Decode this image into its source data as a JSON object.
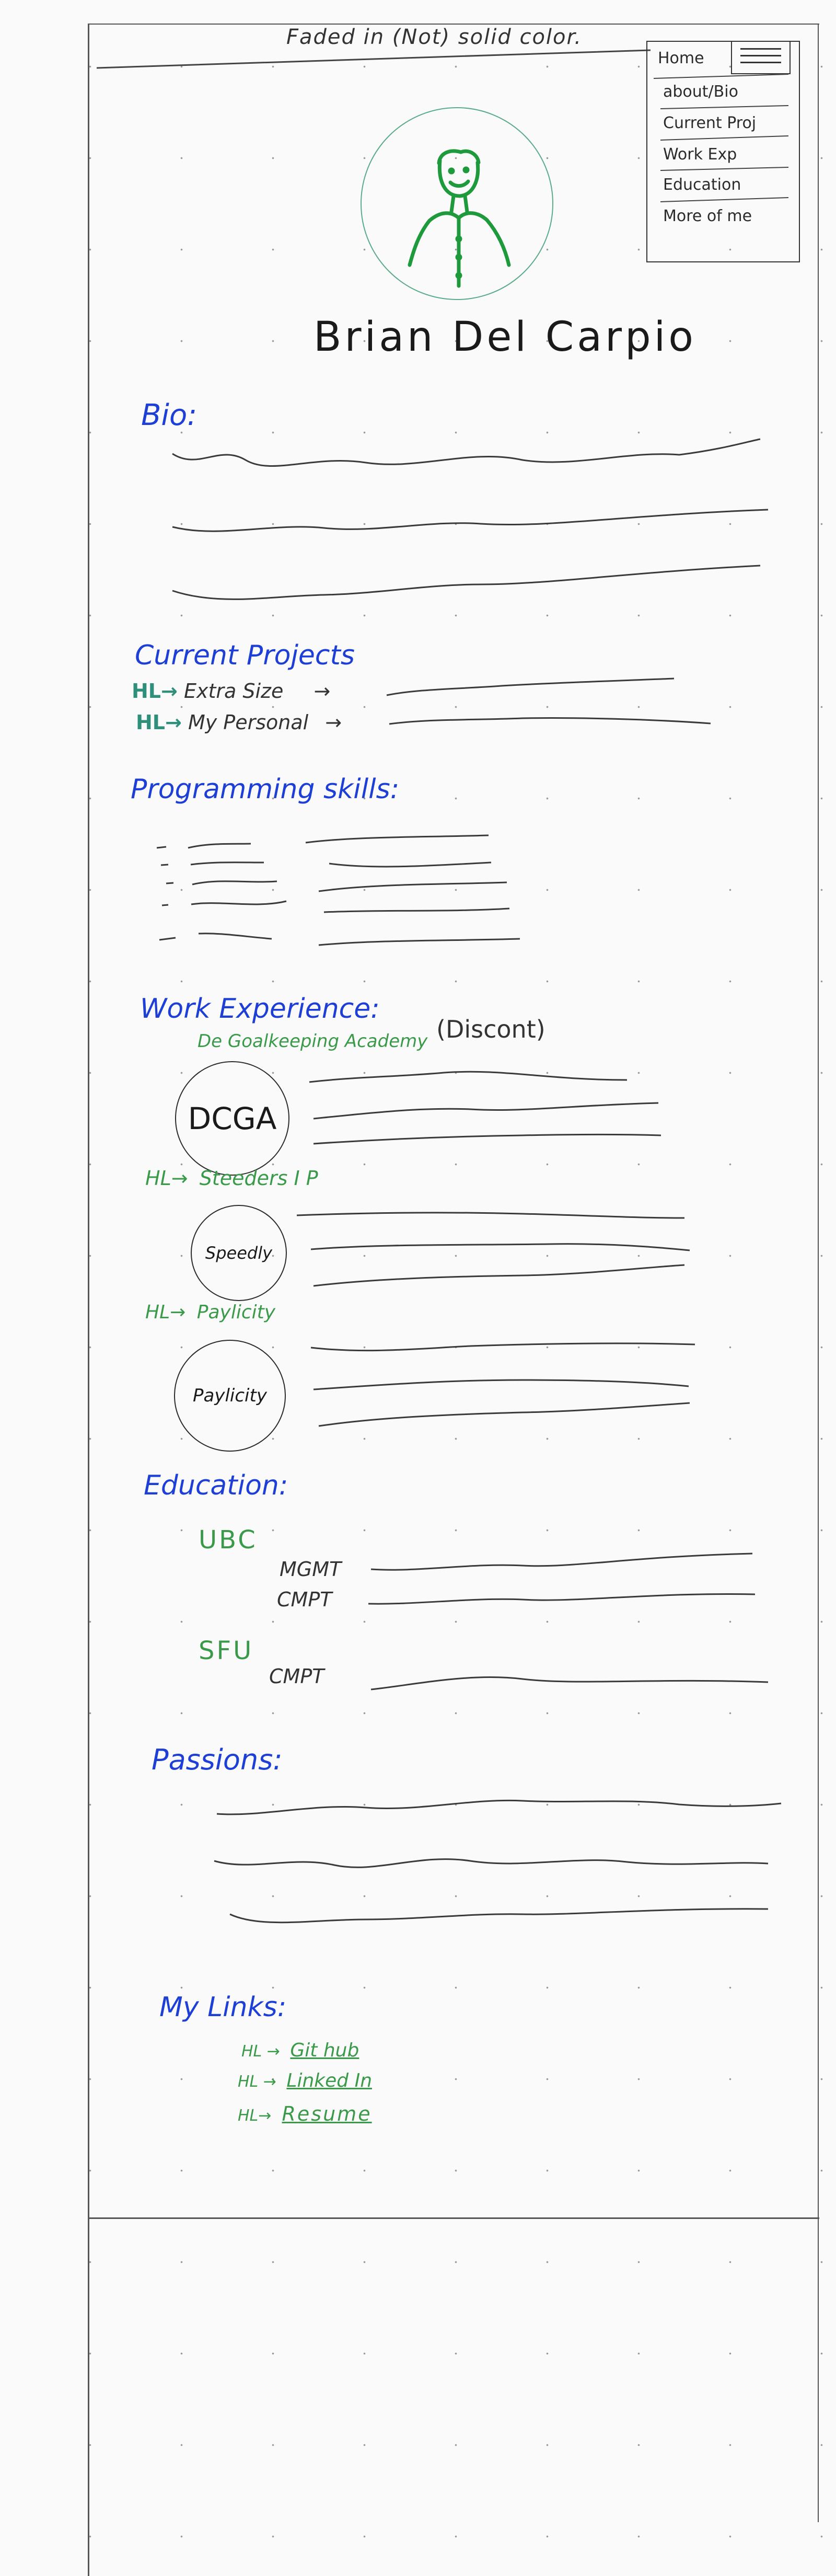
{
  "header": {
    "note": "Faded in (Not) solid color."
  },
  "nav": {
    "items": [
      "Home",
      "about/Bio",
      "Current Proj",
      "Work Exp",
      "Education",
      "More of me"
    ]
  },
  "profile": {
    "name": "Brian Del Carpio"
  },
  "bio": {
    "heading": "Bio:"
  },
  "projects": {
    "heading": "Current Projects",
    "items": [
      {
        "prefix": "HL→",
        "label": "Extra Size",
        "arrow": "→"
      },
      {
        "prefix": "HL→",
        "label": "My Personal",
        "arrow": "→"
      }
    ]
  },
  "skills": {
    "heading": "Programming skills:"
  },
  "work": {
    "heading": "Work Experience:",
    "jobs": [
      {
        "title": "De Goalkeeping Academy",
        "note": "(Discont)",
        "logo": "DCGA",
        "prefix": ""
      },
      {
        "title": "Steeders I P",
        "logo": "Speedly",
        "prefix": "HL→"
      },
      {
        "title": "Paylicity",
        "logo": "Paylicity",
        "prefix": "HL→"
      }
    ]
  },
  "education": {
    "heading": "Education:",
    "schools": [
      {
        "name": "UBC",
        "programs": [
          "MGMT",
          "CMPT"
        ]
      },
      {
        "name": "SFU",
        "programs": [
          "CMPT"
        ]
      }
    ]
  },
  "passions": {
    "heading": "Passions:"
  },
  "links": {
    "heading": "My Links:",
    "items": [
      {
        "prefix": "HL →",
        "label": "Git hub"
      },
      {
        "prefix": "HL →",
        "label": "Linked In"
      },
      {
        "prefix": "HL→",
        "label": "Resume"
      }
    ]
  },
  "colors": {
    "headings": "#1d3fd6",
    "accent_green": "#3a9a4a",
    "ink": "#1a1a1a",
    "background": "#fafafa"
  }
}
